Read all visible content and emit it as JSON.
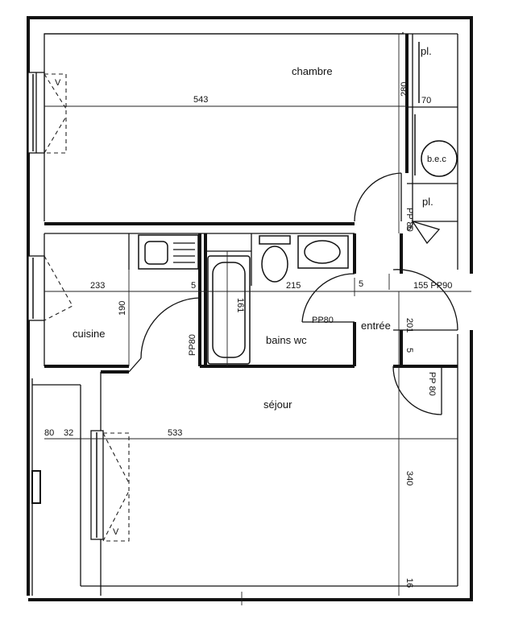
{
  "rooms": {
    "chambre": "chambre",
    "cuisine": "cuisine",
    "bains_wc": "bains wc",
    "entree": "entrée",
    "sejour": "séjour",
    "placard_top": "pl.",
    "placard_mid": "pl.",
    "boiler": "b.e.c"
  },
  "dimensions": {
    "chambre_width": "543",
    "chambre_depth": "280",
    "placard_depth": "70",
    "pp80_vertical": "PP 80",
    "small_5_right": "5",
    "kitchen_width": "233",
    "kitchen_depth": "190",
    "wall_5_a": "5",
    "bath_width": "215",
    "wall_5_b": "5",
    "bath_length": "161",
    "entree_pp90": "155 PP90",
    "kitchen_door": "PP80",
    "entree_door": "PP80",
    "entree_depth": "201",
    "wall_5_c": "5",
    "sejour_door": "PP 80",
    "left_80": "80",
    "left_32": "32",
    "sejour_width": "533",
    "sejour_depth": "340",
    "bottom_16": "16",
    "window_v_top": "V",
    "window_v_bottom": "V"
  }
}
